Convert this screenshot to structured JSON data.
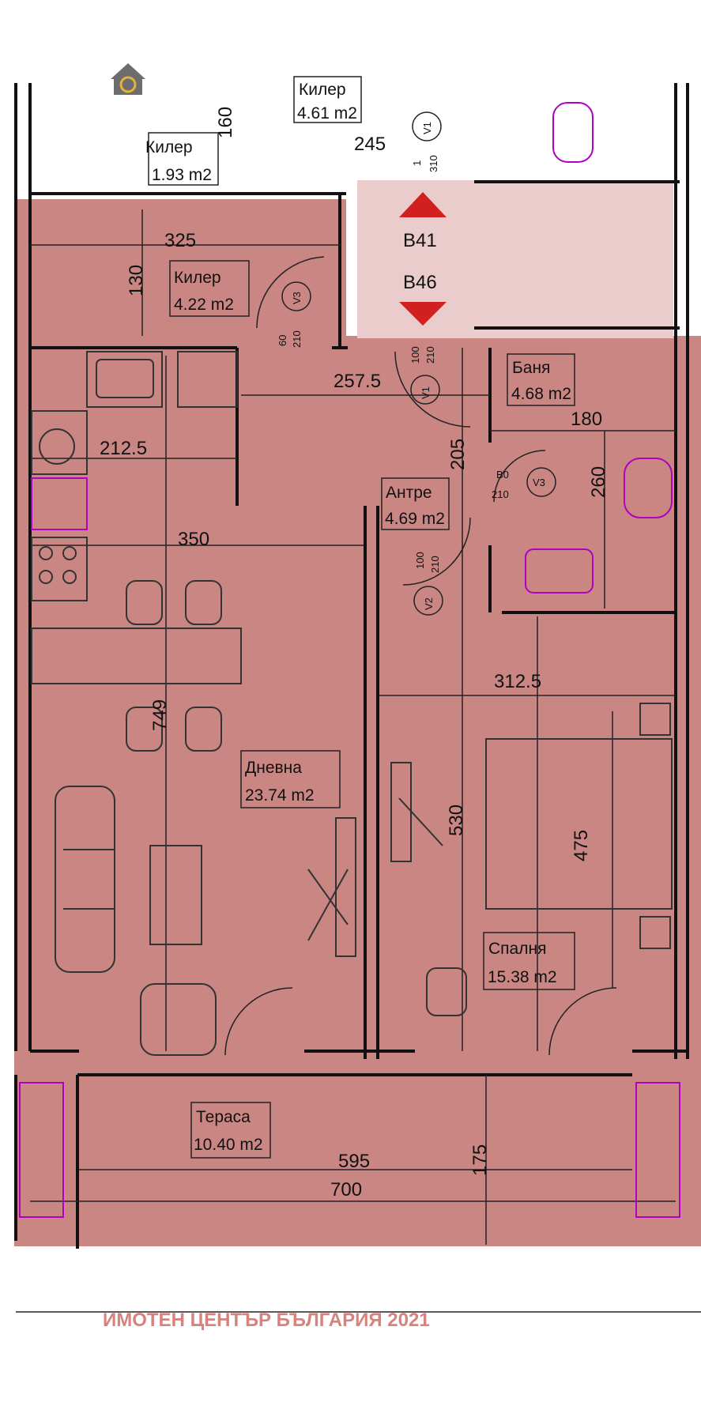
{
  "watermark": "ИМОТЕН ЦЕНТЪР БЪЛГАРИЯ 2021",
  "colors": {
    "apartment_fill": "#c98683",
    "corridor_fill": "#e9cccb",
    "wall": "#111111",
    "furniture_accent": "#b000c0",
    "marker_red": "#d21f1f",
    "watermark": "#d8817d"
  },
  "rooms": [
    {
      "name": "Килер",
      "area": "4.61 m2"
    },
    {
      "name": "Килер",
      "area": "1.93 m2"
    },
    {
      "name": "Килер",
      "area": "4.22 m2"
    },
    {
      "name": "Баня",
      "area": "4.68 m2"
    },
    {
      "name": "Антре",
      "area": "4.69 m2"
    },
    {
      "name": "Дневна",
      "area": "23.74 m2"
    },
    {
      "name": "Спалня",
      "area": "15.38 m2"
    },
    {
      "name": "Тераса",
      "area": "10.40 m2"
    }
  ],
  "apartment_tags": [
    "B41",
    "B46"
  ],
  "dimensions": [
    "160",
    "245",
    "325",
    "130",
    "257.5",
    "212.5",
    "180",
    "205",
    "260",
    "350",
    "312.5",
    "749",
    "530",
    "475",
    "595",
    "700",
    "175"
  ],
  "doors": [
    {
      "type": "V1",
      "top": "1",
      "bottom": "310"
    },
    {
      "type": "V3",
      "top": "60",
      "bottom": "210"
    },
    {
      "type": "V1",
      "top": "100",
      "bottom": "210"
    },
    {
      "type": "V3",
      "top": "B0",
      "bottom": "210"
    },
    {
      "type": "V2",
      "top": "100",
      "bottom": "210"
    }
  ]
}
